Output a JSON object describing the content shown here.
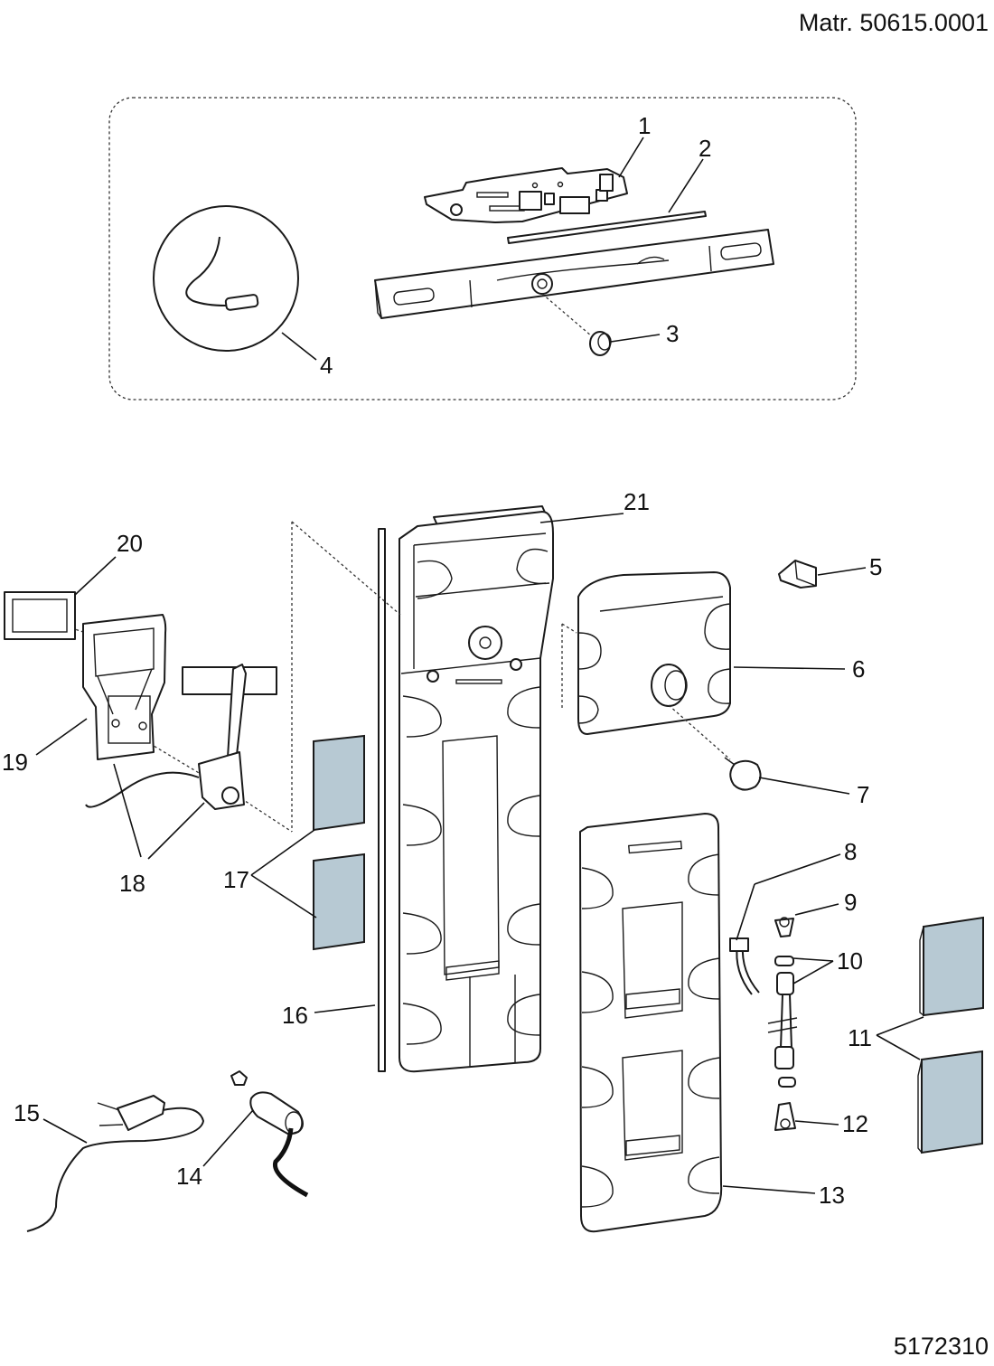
{
  "header": {
    "material_number": "Matr. 50615.0001"
  },
  "footer": {
    "drawing_number": "5172310"
  },
  "colors": {
    "line": "#1a1a1a",
    "pad_fill": "#b7c9d3",
    "background": "#ffffff"
  },
  "callouts": {
    "c1": "1",
    "c2": "2",
    "c3": "3",
    "c4": "4",
    "c5": "5",
    "c6": "6",
    "c7": "7",
    "c8": "8",
    "c9": "9",
    "c10": "10",
    "c11": "11",
    "c12": "12",
    "c13": "13",
    "c14": "14",
    "c15": "15",
    "c16": "16",
    "c17": "17",
    "c18": "18",
    "c19": "19",
    "c20": "20",
    "c21": "21"
  }
}
